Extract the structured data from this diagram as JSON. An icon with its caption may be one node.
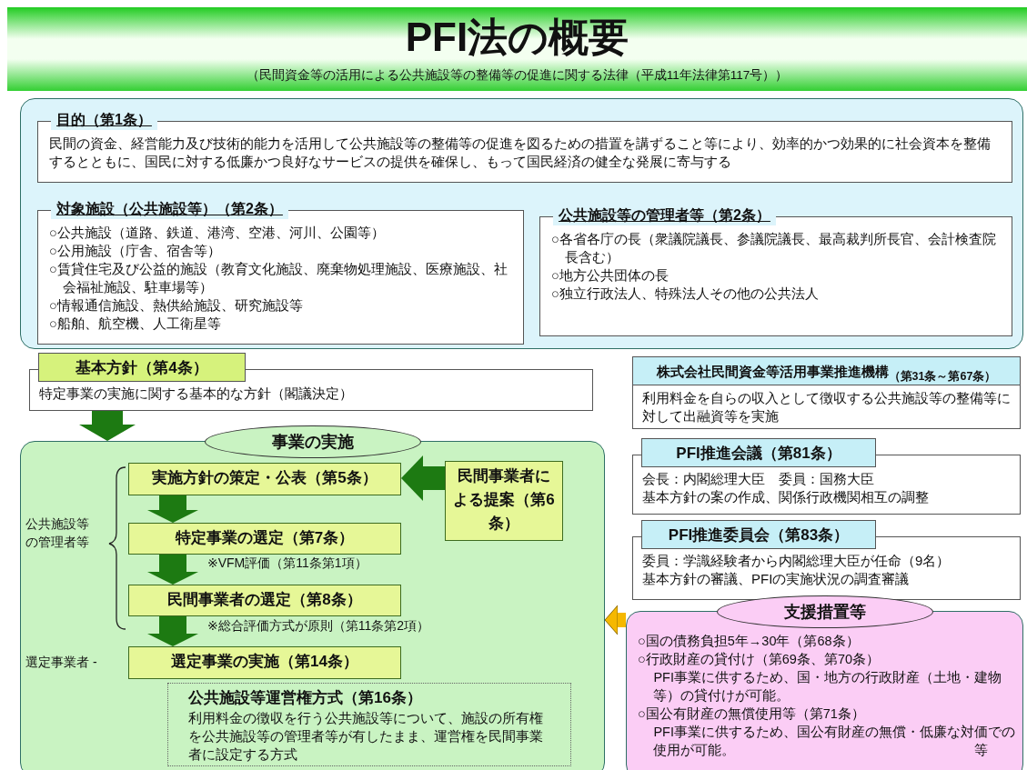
{
  "diagram": {
    "title": "PFI法の概要",
    "nodes": [
      {
        "text": [],
        "shape": "box"
      },
      {
        "text": [
          "目的（第1条）",
          "民間の資金、経営能力及び技術的能力を活用して公共施設等の整備等の促進を図るための措置を講ずること等により、効率的かつ効果的に社会資本を整備するとともに、国民に対する低廉かつ良好なサービスの提供を確保し、もって国民経済の健全な発展に寄与する"
        ],
        "in": 0
      },
      {
        "text": [
          "対象施設（公共施設等）（第2条）",
          "○公共施設（道路、鉄道、港湾、空港、河川、公園等）",
          "○公用施設（庁舎、宿舎等）",
          "○賃貸住宅及び公益的施設（教育文化施設、廃棄物処理施設、医療施設、社会福祉施設、駐車場等）",
          "○情報通信施設、熱供給施設、研究施設等",
          "○船舶、航空機、人工衛星等"
        ],
        "in": 0
      },
      {
        "text": [
          "公共施設等の管理者等（第2条）",
          "○各省各庁の長（衆議院議長、参議院議長、最高裁判所長官、会計検査院長含む）",
          "○地方公共団体の長",
          "○独立行政法人、特殊法人その他の公共法人"
        ],
        "in": 0
      },
      {
        "text": [
          "基本方針（第4条）",
          "特定事業の実施に関する基本的な方針（閣議決定）"
        ]
      },
      {
        "text": [
          "事業の実施"
        ]
      },
      {
        "text": [
          "実施方針の策定・公表（第5条）"
        ],
        "in": 5
      },
      {
        "text": [
          "特定事業の選定（第7条）"
        ],
        "in": 5
      },
      {
        "text": [
          "民間事業者の選定（第8条）"
        ],
        "in": 5
      },
      {
        "text": [
          "選定事業の実施（第14条）"
        ],
        "in": 5
      },
      {
        "text": [
          "民間事業者による提案（第6条）"
        ],
        "in": 5
      },
      {
        "text": [
          "公共施設等運営権方式（第16条）",
          "利用料金の徴収を行う公共施設等について、施設の所有権を公共施設等の管理者等が有したまま、運営権を民間事業者に設定する方式"
        ],
        "in": 5
      },
      {
        "text": [
          "株式会社民間資金等活用事業推進機構$_{（第31条～第67条）}$",
          "利用料金を自らの収入として徴収する公共施設等の整備等に対して出融資等を実施"
        ]
      },
      {
        "text": [
          "PFI推進会議（第81条）",
          "会長：内閣総理大臣　委員：国務大臣",
          "基本方針の案の作成、関係行政機関相互の調整"
        ]
      },
      {
        "text": [
          "PFI推進委員会（第83条）",
          "委員：学識経験者から内閣総理大臣が任命（9名）",
          "基本方針の審議、PFIの実施状況の調査審議"
        ]
      },
      {
        "text": [
          "支援措置等",
          "○国の債務負担5年→30年（第68条）",
          "○行政財産の貸付け（第69条、第70条）",
          "PFI事業に供するため、国・地方の行政財産（土地・建物等）の貸付けが可能。",
          "○国公有財産の無償使用等（第71条）",
          "PFI事業に供するため、国公有財産の無償・低廉な対価での使用が可能。",
          "等"
        ]
      }
    ],
    "edges": [
      {
        "from": 4,
        "to": 5,
        "arrow": "to"
      },
      {
        "from": 6,
        "to": 7,
        "arrow": "to"
      },
      {
        "from": 7,
        "to": 8,
        "arrow": "to",
        "label": "※VFM評価（第11条第1項）"
      },
      {
        "from": 8,
        "to": 9,
        "arrow": "to",
        "label": "※総合評価方式が原則（第11条第2項）"
      },
      {
        "from": 10,
        "to": 6,
        "arrow": "to"
      },
      {
        "from": 15,
        "to": 5,
        "arrow": "to",
        "color": "#f5b800"
      }
    ],
    "labels": [
      "（民間資金等の活用による公共施設等の整備等の促進に関する法律（平成11年法律第117号））",
      "公共施設等の管理者等",
      "選定事業者 -"
    ]
  }
}
